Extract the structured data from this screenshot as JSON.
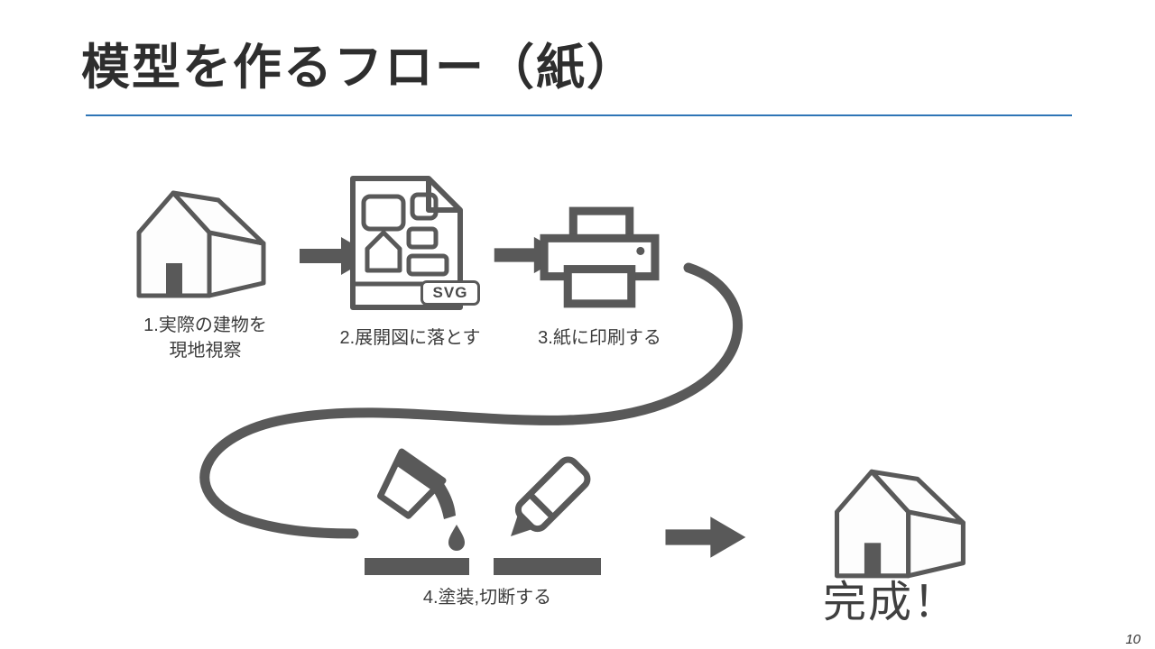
{
  "slide": {
    "title": "模型を作るフロー（紙）",
    "page_number": "10",
    "colors": {
      "accent_line": "#2E75B6",
      "icon_gray": "#595959",
      "text": "#3c3c3c"
    },
    "steps": {
      "step1": {
        "icon": "house-icon",
        "line1": "1.実際の建物を",
        "line2": "現地視察"
      },
      "step2": {
        "icon": "svg-document-icon",
        "badge": "SVG",
        "label": "2.展開図に落とす"
      },
      "step3": {
        "icon": "printer-icon",
        "label": "3.紙に印刷する"
      },
      "step4": {
        "icon": "paint-and-cutter-icon",
        "label": "4.塗装,切断する"
      },
      "finish": {
        "icon": "house-icon",
        "label": "完成！"
      }
    }
  }
}
